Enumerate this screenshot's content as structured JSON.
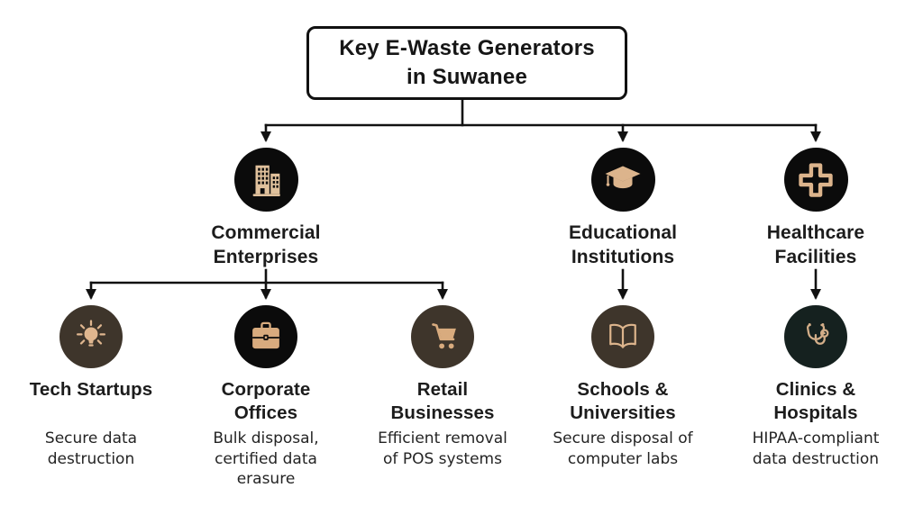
{
  "title": {
    "line1": "Key E-Waste Generators",
    "line2": "in Suwanee"
  },
  "nodes": [
    {
      "id": "commercial-enterprises",
      "label": "Commercial\nEnterprises",
      "icon": "building-icon",
      "circle_color": "#0b0b0b"
    },
    {
      "id": "educational-institutions",
      "label": "Educational\nInstitutions",
      "icon": "graduation-cap-icon",
      "circle_color": "#0b0b0b"
    },
    {
      "id": "healthcare-facilities",
      "label": "Healthcare\nFacilities",
      "icon": "medical-cross-icon",
      "circle_color": "#0b0b0b"
    },
    {
      "id": "tech-startups",
      "label": "Tech Startups",
      "icon": "lightbulb-icon",
      "circle_color": "#3e352b",
      "description": "Secure data\ndestruction"
    },
    {
      "id": "corporate-offices",
      "label": "Corporate\nOffices",
      "icon": "briefcase-icon",
      "circle_color": "#0b0b0b",
      "description": "Bulk disposal,\ncertified data\nerasure"
    },
    {
      "id": "retail-businesses",
      "label": "Retail\nBusinesses",
      "icon": "shopping-cart-icon",
      "circle_color": "#3e352b",
      "description": "Efficient removal\nof POS systems"
    },
    {
      "id": "schools-universities",
      "label": "Schools &\nUniversities",
      "icon": "open-book-icon",
      "circle_color": "#3e352b",
      "description": "Secure disposal of\ncomputer labs"
    },
    {
      "id": "clinics-hospitals",
      "label": "Clinics &\nHospitals",
      "icon": "stethoscope-icon",
      "circle_color": "#15211f",
      "description": "HIPAA-compliant\ndata destruction"
    }
  ],
  "colors": {
    "background": "#ffffff",
    "icon_tan": "#d9b18a",
    "circle_black": "#0b0b0b",
    "circle_brown": "#3e352b",
    "circle_dark_teal": "#15211f",
    "connector_line": "#111111",
    "text": "#1c1c1c"
  }
}
